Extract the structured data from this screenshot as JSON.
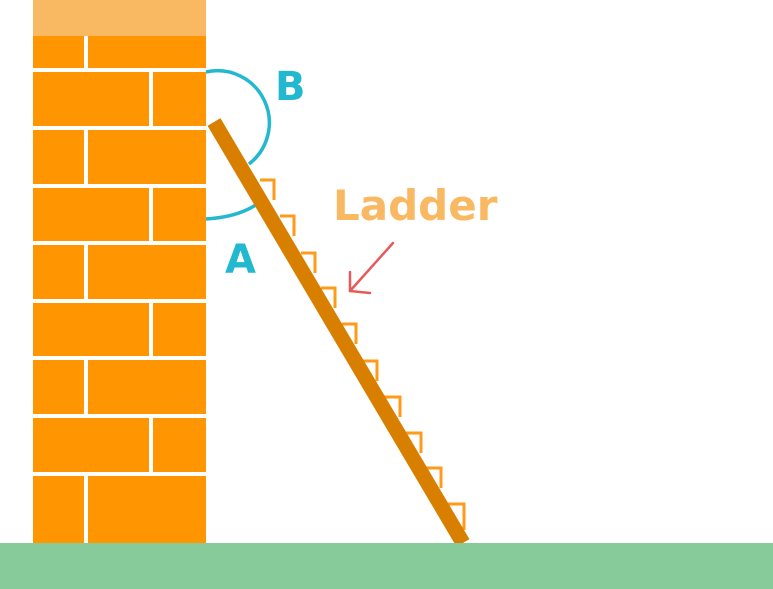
{
  "labels": {
    "angle_a": "A",
    "angle_b": "B",
    "ladder": "Ladder"
  },
  "colors": {
    "background": "#ffffff",
    "wall": "#FF9500",
    "wall_top": "#F9B862",
    "mortar": "#ffffff",
    "ground": "#87CB9B",
    "ladder_rail": "#D97F00",
    "ladder_steps": "#FF9A1A",
    "angle_arcs": "#22B8CF",
    "angle_labels": "#22B8CF",
    "ladder_label": "#F9B862",
    "pointer_arrow": "#E85A5A"
  }
}
